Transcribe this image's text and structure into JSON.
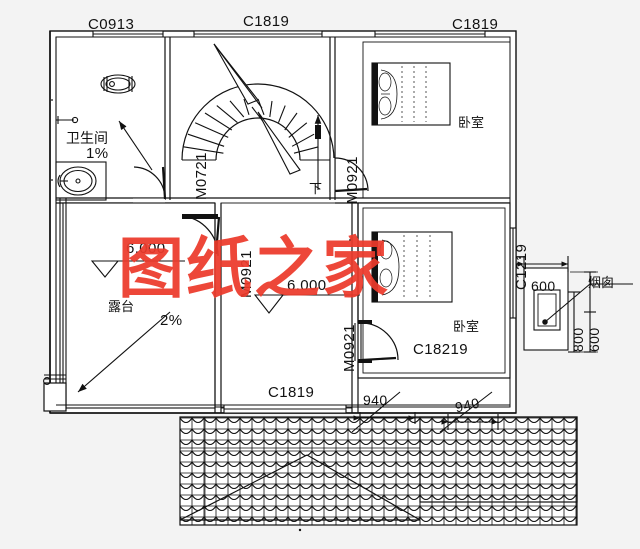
{
  "drawing": {
    "type": "architectural-floor-plan",
    "title_watermark": "图纸之家",
    "watermark_color": "#ec3a2b",
    "background_color": "#f3f3f3",
    "line_color": "#111111"
  },
  "window_tags": {
    "top_left": "C0913",
    "top_center": "C1819",
    "top_right": "C1819",
    "right_side": "C1219",
    "bottom_center": "C1819",
    "bedroom_lower": "C18219"
  },
  "door_tags": {
    "bathroom": "M0721",
    "terrace": "M0921",
    "stair_hall": "M0921",
    "bedroom_upper": "M0921",
    "bedroom_lower": "M0921"
  },
  "rooms": [
    {
      "name": "卫生间",
      "note": "1%"
    },
    {
      "name": "露台",
      "note": "2%"
    },
    {
      "name": "卧室",
      "note": ""
    },
    {
      "name": "卧室",
      "note": ""
    }
  ],
  "labels": {
    "bathroom": "卫生间",
    "bathroom_slope": "1%",
    "terrace": "露台",
    "terrace_slope": "2%",
    "bedroom_upper": "卧室",
    "bedroom_lower": "卧室",
    "chimney": "烟囱",
    "stair_down": "下"
  },
  "elevations": {
    "terrace": "6.000",
    "hall": "6.000"
  },
  "dimensions": {
    "chimney_width": "600",
    "chimney_offset": "600",
    "chimney_depth": "800",
    "roof_left": "940",
    "roof_right": "940"
  }
}
